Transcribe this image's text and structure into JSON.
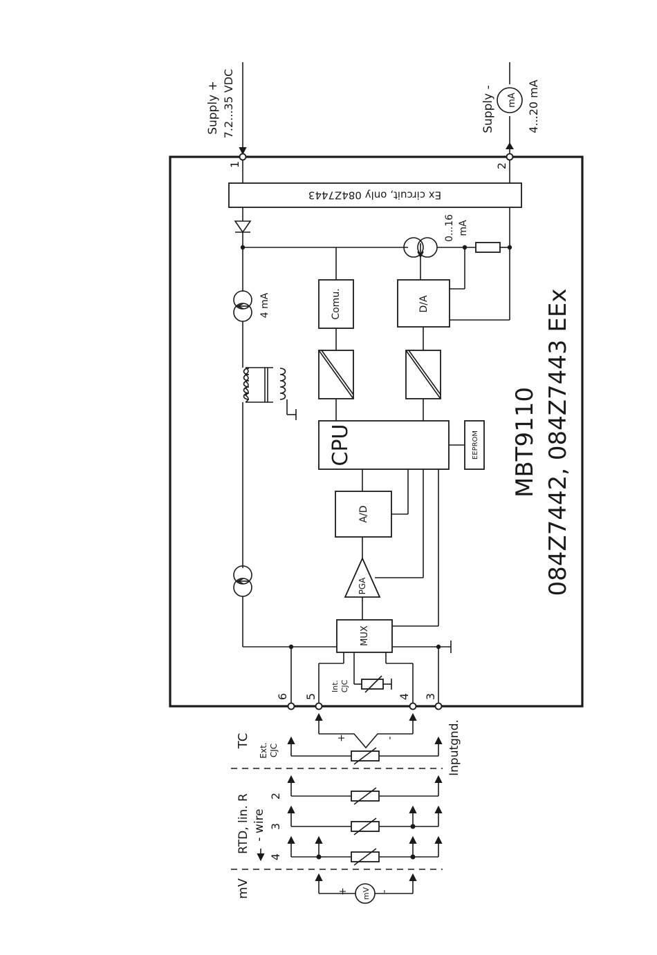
{
  "supply_plus": {
    "label": "Supply +",
    "range": "7.2...35 VDC"
  },
  "supply_minus": {
    "label": "Supply -",
    "range": "4...20 mA",
    "meter": "mA"
  },
  "terminals": {
    "t1": "1",
    "t2": "2",
    "t3": "3",
    "t4": "4",
    "t5": "5",
    "t6": "6"
  },
  "ex_circuit": "Ex circuit, only 084Z7443",
  "blocks": {
    "comu": "Comu.",
    "da": "D/A",
    "cpu": "CPU",
    "eeprom": "EEPROM",
    "ad": "A/D",
    "pga": "PGA",
    "mux": "MUX"
  },
  "current_source_1": "4 mA",
  "current_source_2": {
    "line1": "0...16",
    "line2": "mA"
  },
  "int_cjc": {
    "line1": "Int.",
    "line2": "CJC"
  },
  "product": {
    "name": "MBT9110",
    "models": "084Z7442, 084Z7443 EEx"
  },
  "sections": {
    "tc": "TC",
    "ext_cjc": {
      "line1": "Ext.",
      "line2": "CJC"
    },
    "input_gnd": "Inputgnd.",
    "rtd": {
      "line1": "RTD, lin. R",
      "line2": "- wire"
    },
    "wires": [
      "2",
      "3",
      "4"
    ],
    "mv": "mV",
    "mv_meter": "mV"
  },
  "polarity": {
    "plus": "+",
    "minus": "-"
  }
}
